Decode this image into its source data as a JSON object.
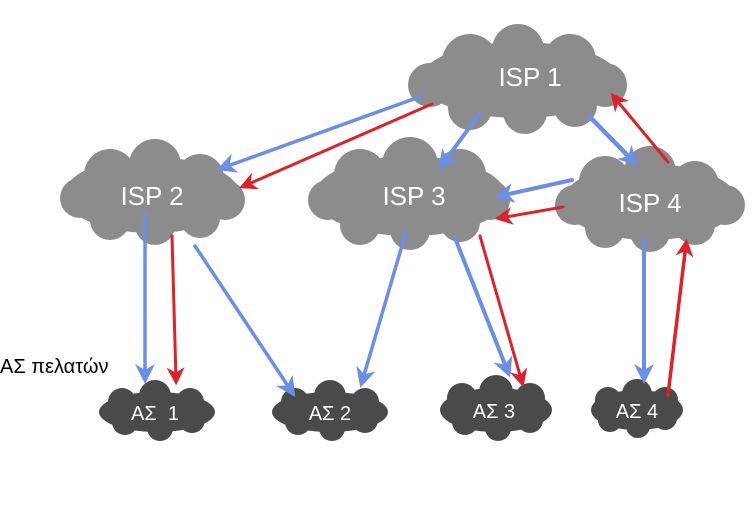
{
  "colors": {
    "isp_cloud": "#8c8c8c",
    "as_cloud": "#4a4a4a",
    "blue_arrow": "#6b8ee8",
    "red_arrow": "#e0202a",
    "label": "#ffffff"
  },
  "nodes": {
    "isp1": "ISP 1",
    "isp2": "ISP 2",
    "isp3": "ISP 3",
    "isp4": "ISP 4",
    "as1": "ΑΣ  1",
    "as2": "ΑΣ 2",
    "as3": "ΑΣ 3",
    "as4": "ΑΣ 4"
  },
  "side_label": "ΑΣ πελατών",
  "edges": [
    {
      "from": "ISP 1",
      "to": "ISP 2",
      "color": "blue"
    },
    {
      "from": "ISP 1",
      "to": "ISP 2",
      "color": "red"
    },
    {
      "from": "ISP 1",
      "to": "ISP 3",
      "color": "blue"
    },
    {
      "from": "ISP 1",
      "to": "ISP 4",
      "color": "blue"
    },
    {
      "from": "ISP 4",
      "to": "ISP 1",
      "color": "red"
    },
    {
      "from": "ISP 4",
      "to": "ISP 3",
      "color": "blue"
    },
    {
      "from": "ISP 4",
      "to": "ISP 3",
      "color": "red"
    },
    {
      "from": "ISP 2",
      "to": "ΑΣ 1",
      "color": "blue"
    },
    {
      "from": "ISP 2",
      "to": "ΑΣ 1",
      "color": "red"
    },
    {
      "from": "ISP 2",
      "to": "ΑΣ 2",
      "color": "blue"
    },
    {
      "from": "ISP 3",
      "to": "ΑΣ 2",
      "color": "blue"
    },
    {
      "from": "ISP 3",
      "to": "ΑΣ 3",
      "color": "blue"
    },
    {
      "from": "ISP 3",
      "to": "ΑΣ 3",
      "color": "red"
    },
    {
      "from": "ISP 4",
      "to": "ΑΣ 4",
      "color": "blue"
    },
    {
      "from": "ΑΣ 4",
      "to": "ISP 4",
      "color": "red"
    }
  ]
}
